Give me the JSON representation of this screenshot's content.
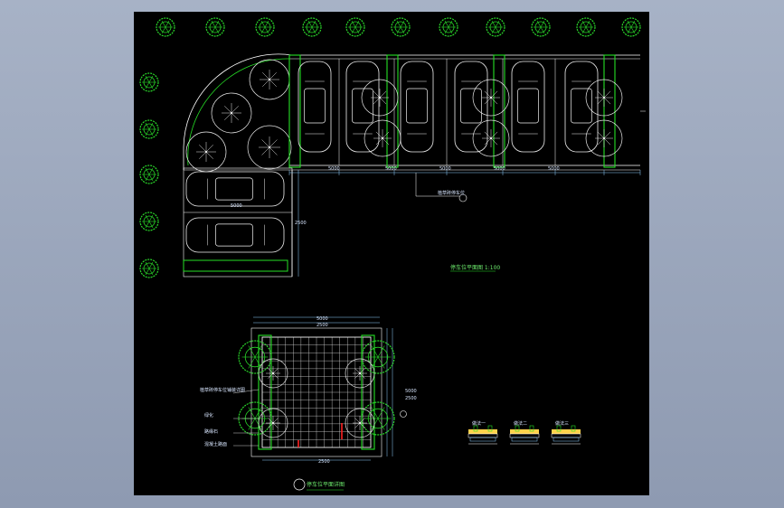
{
  "app": {
    "canvas_background": "#000000",
    "workspace_background": "#9aa5bb"
  },
  "drawing": {
    "colors": {
      "tree": "#2ad82a",
      "line": "#ffffff",
      "curb": "#26e026",
      "dimension": "#8fd0ff",
      "marker": "#ff2020",
      "detail": "#ffd24a"
    },
    "top_plan": {
      "dims": [
        "5000",
        "5000",
        "5000",
        "5000",
        "5000"
      ],
      "side_dims": [
        "5000",
        "2500"
      ],
      "caption": "停车位平面图 1:100",
      "callout": "植草砖停车位"
    },
    "bottom_plan": {
      "dims_top": [
        "5000",
        "2500"
      ],
      "dims_right": [
        "5000",
        "2500"
      ],
      "dim_bottom": "2500",
      "caption": "停车位平面详图",
      "notes": [
        "植草砖停车位铺装详图",
        "绿化",
        "路缘石",
        "混凝土路面"
      ]
    },
    "detail_labels": [
      "做法一",
      "做法二",
      "做法三"
    ]
  }
}
